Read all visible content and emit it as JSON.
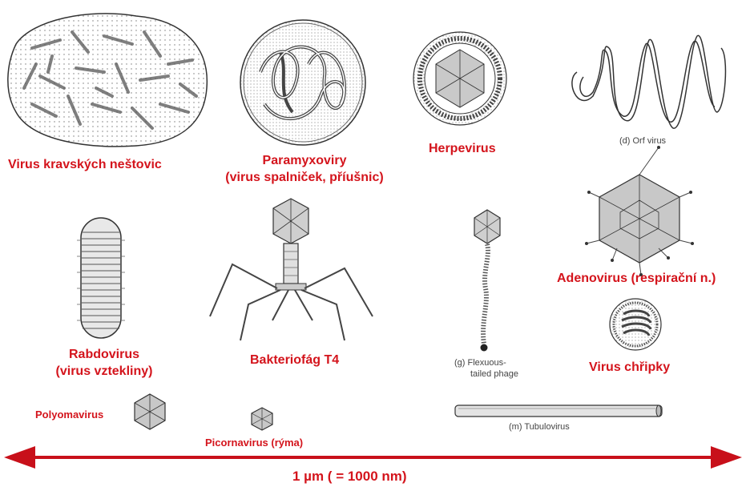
{
  "colors": {
    "label": "#d4141c",
    "caption": "#444444",
    "arrow": "#c8101a",
    "stroke": "#333333",
    "fill": "#cfcfcf"
  },
  "labels": {
    "cowpox": "Virus kravských neštovic",
    "paramyxo_1": "Paramyxoviry",
    "paramyxo_2": "(virus spalniček, příušnic)",
    "herpes": "Herpevirus",
    "orf": "(d) Orf virus",
    "rhabdo_1": "Rabdovirus",
    "rhabdo_2": "(virus vztekliny)",
    "t4": "Bakteriofág T4",
    "flex_1": "(g) Flexuous-",
    "flex_2": "tailed phage",
    "adeno": "Adenovirus (respirační n.)",
    "flu": "Virus chřipky",
    "polyoma": "Polyomavirus",
    "picorna": "Picornavirus (rýma)",
    "tubulo": "(m) Tubulovirus",
    "scale": "1 µm ( = 1000 nm)"
  }
}
